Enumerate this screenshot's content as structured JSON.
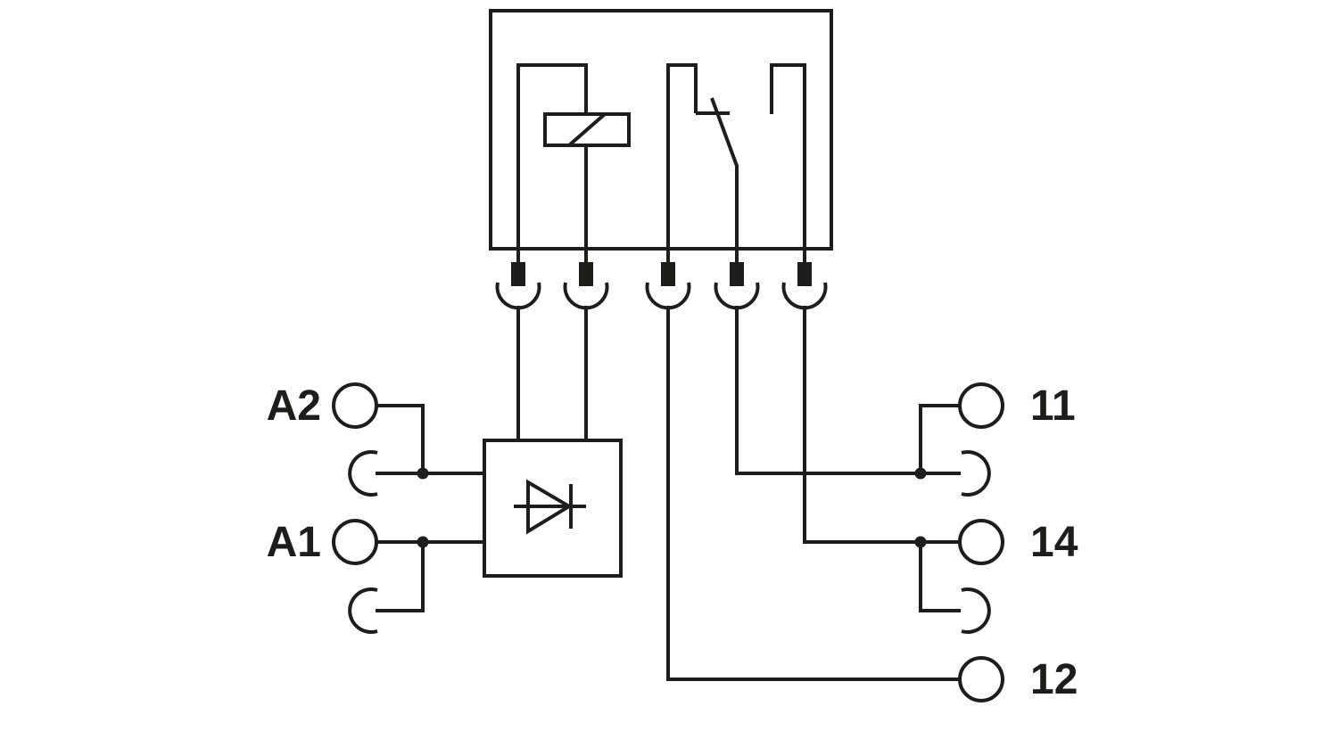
{
  "diagram": {
    "colors": {
      "line": "#1d1d1b",
      "background": "#ffffff"
    },
    "coil_terminals": [
      {
        "label": "A2"
      },
      {
        "label": "A1"
      }
    ],
    "contact_terminals": [
      {
        "label": "11"
      },
      {
        "label": "14"
      },
      {
        "label": "12"
      }
    ],
    "symbols": [
      "relay-module-outline",
      "relay-coil",
      "changeover-contact",
      "protection-diode",
      "plug-pin",
      "socket-contact",
      "screw-terminal",
      "junction-dot"
    ]
  }
}
